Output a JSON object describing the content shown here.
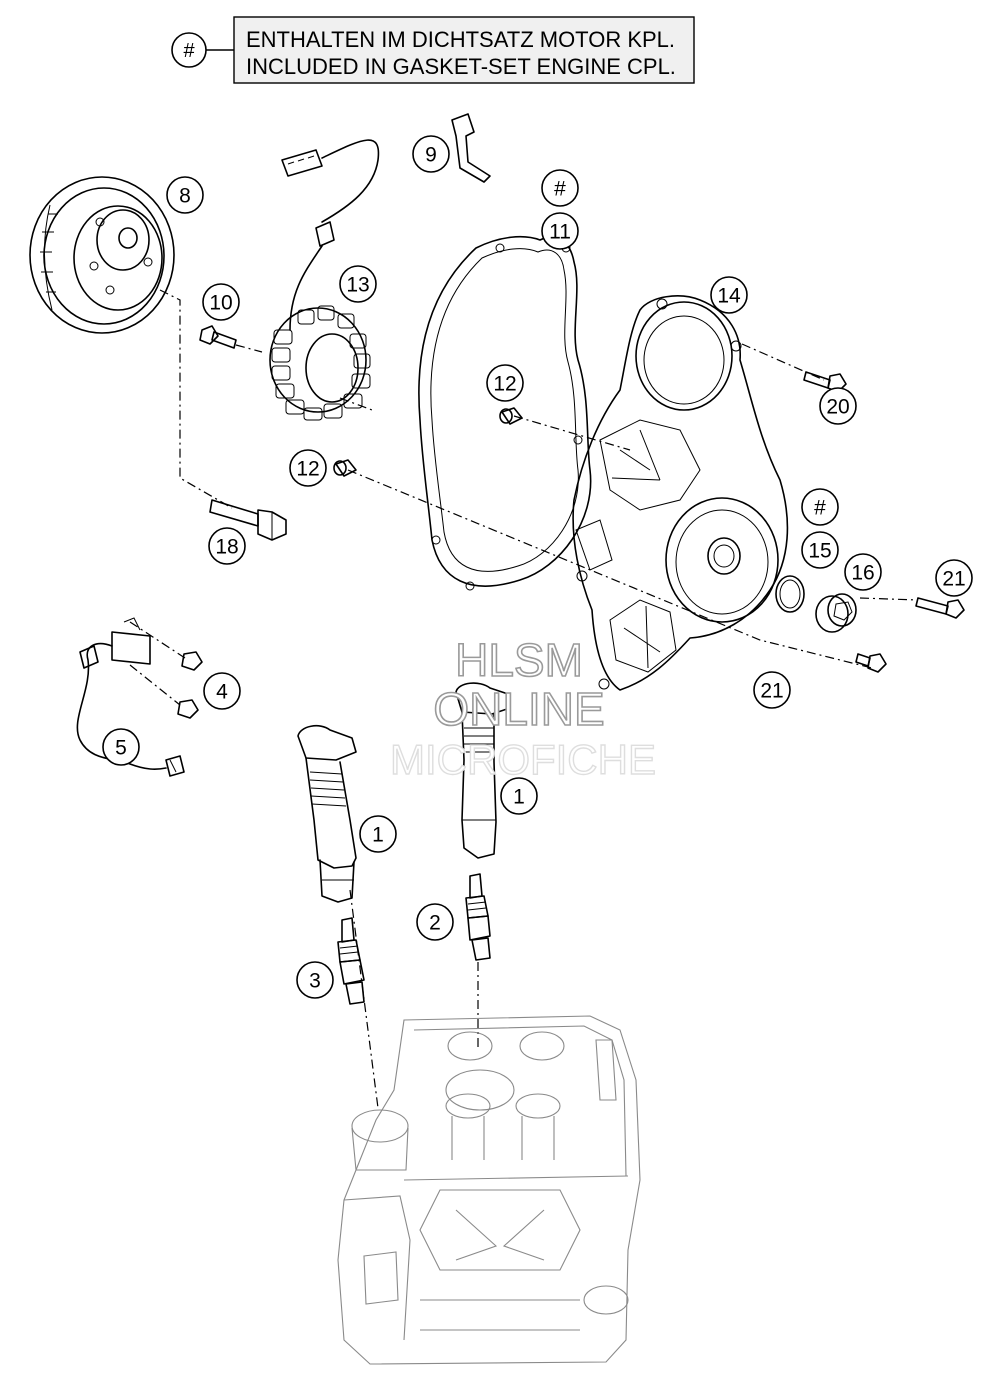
{
  "legend": {
    "symbol": "#",
    "line_de": "ENTHALTEN IM DICHTSATZ MOTOR KPL.",
    "line_en": "INCLUDED IN GASKET-SET ENGINE CPL."
  },
  "callouts": {
    "c1a": "1",
    "c1b": "1",
    "c2": "2",
    "c3": "3",
    "c4": "4",
    "c5": "5",
    "c8": "8",
    "c9": "9",
    "c10": "10",
    "c11_hash": "#",
    "c11": "11",
    "c12a": "12",
    "c12b": "12",
    "c13": "13",
    "c14": "14",
    "c15_hash": "#",
    "c15": "15",
    "c16": "16",
    "c18": "18",
    "c20": "20",
    "c21a": "21",
    "c21b": "21"
  },
  "watermark": {
    "line1": "HLSM",
    "line2": "ONLINE",
    "line3": "MICROFICHE"
  }
}
